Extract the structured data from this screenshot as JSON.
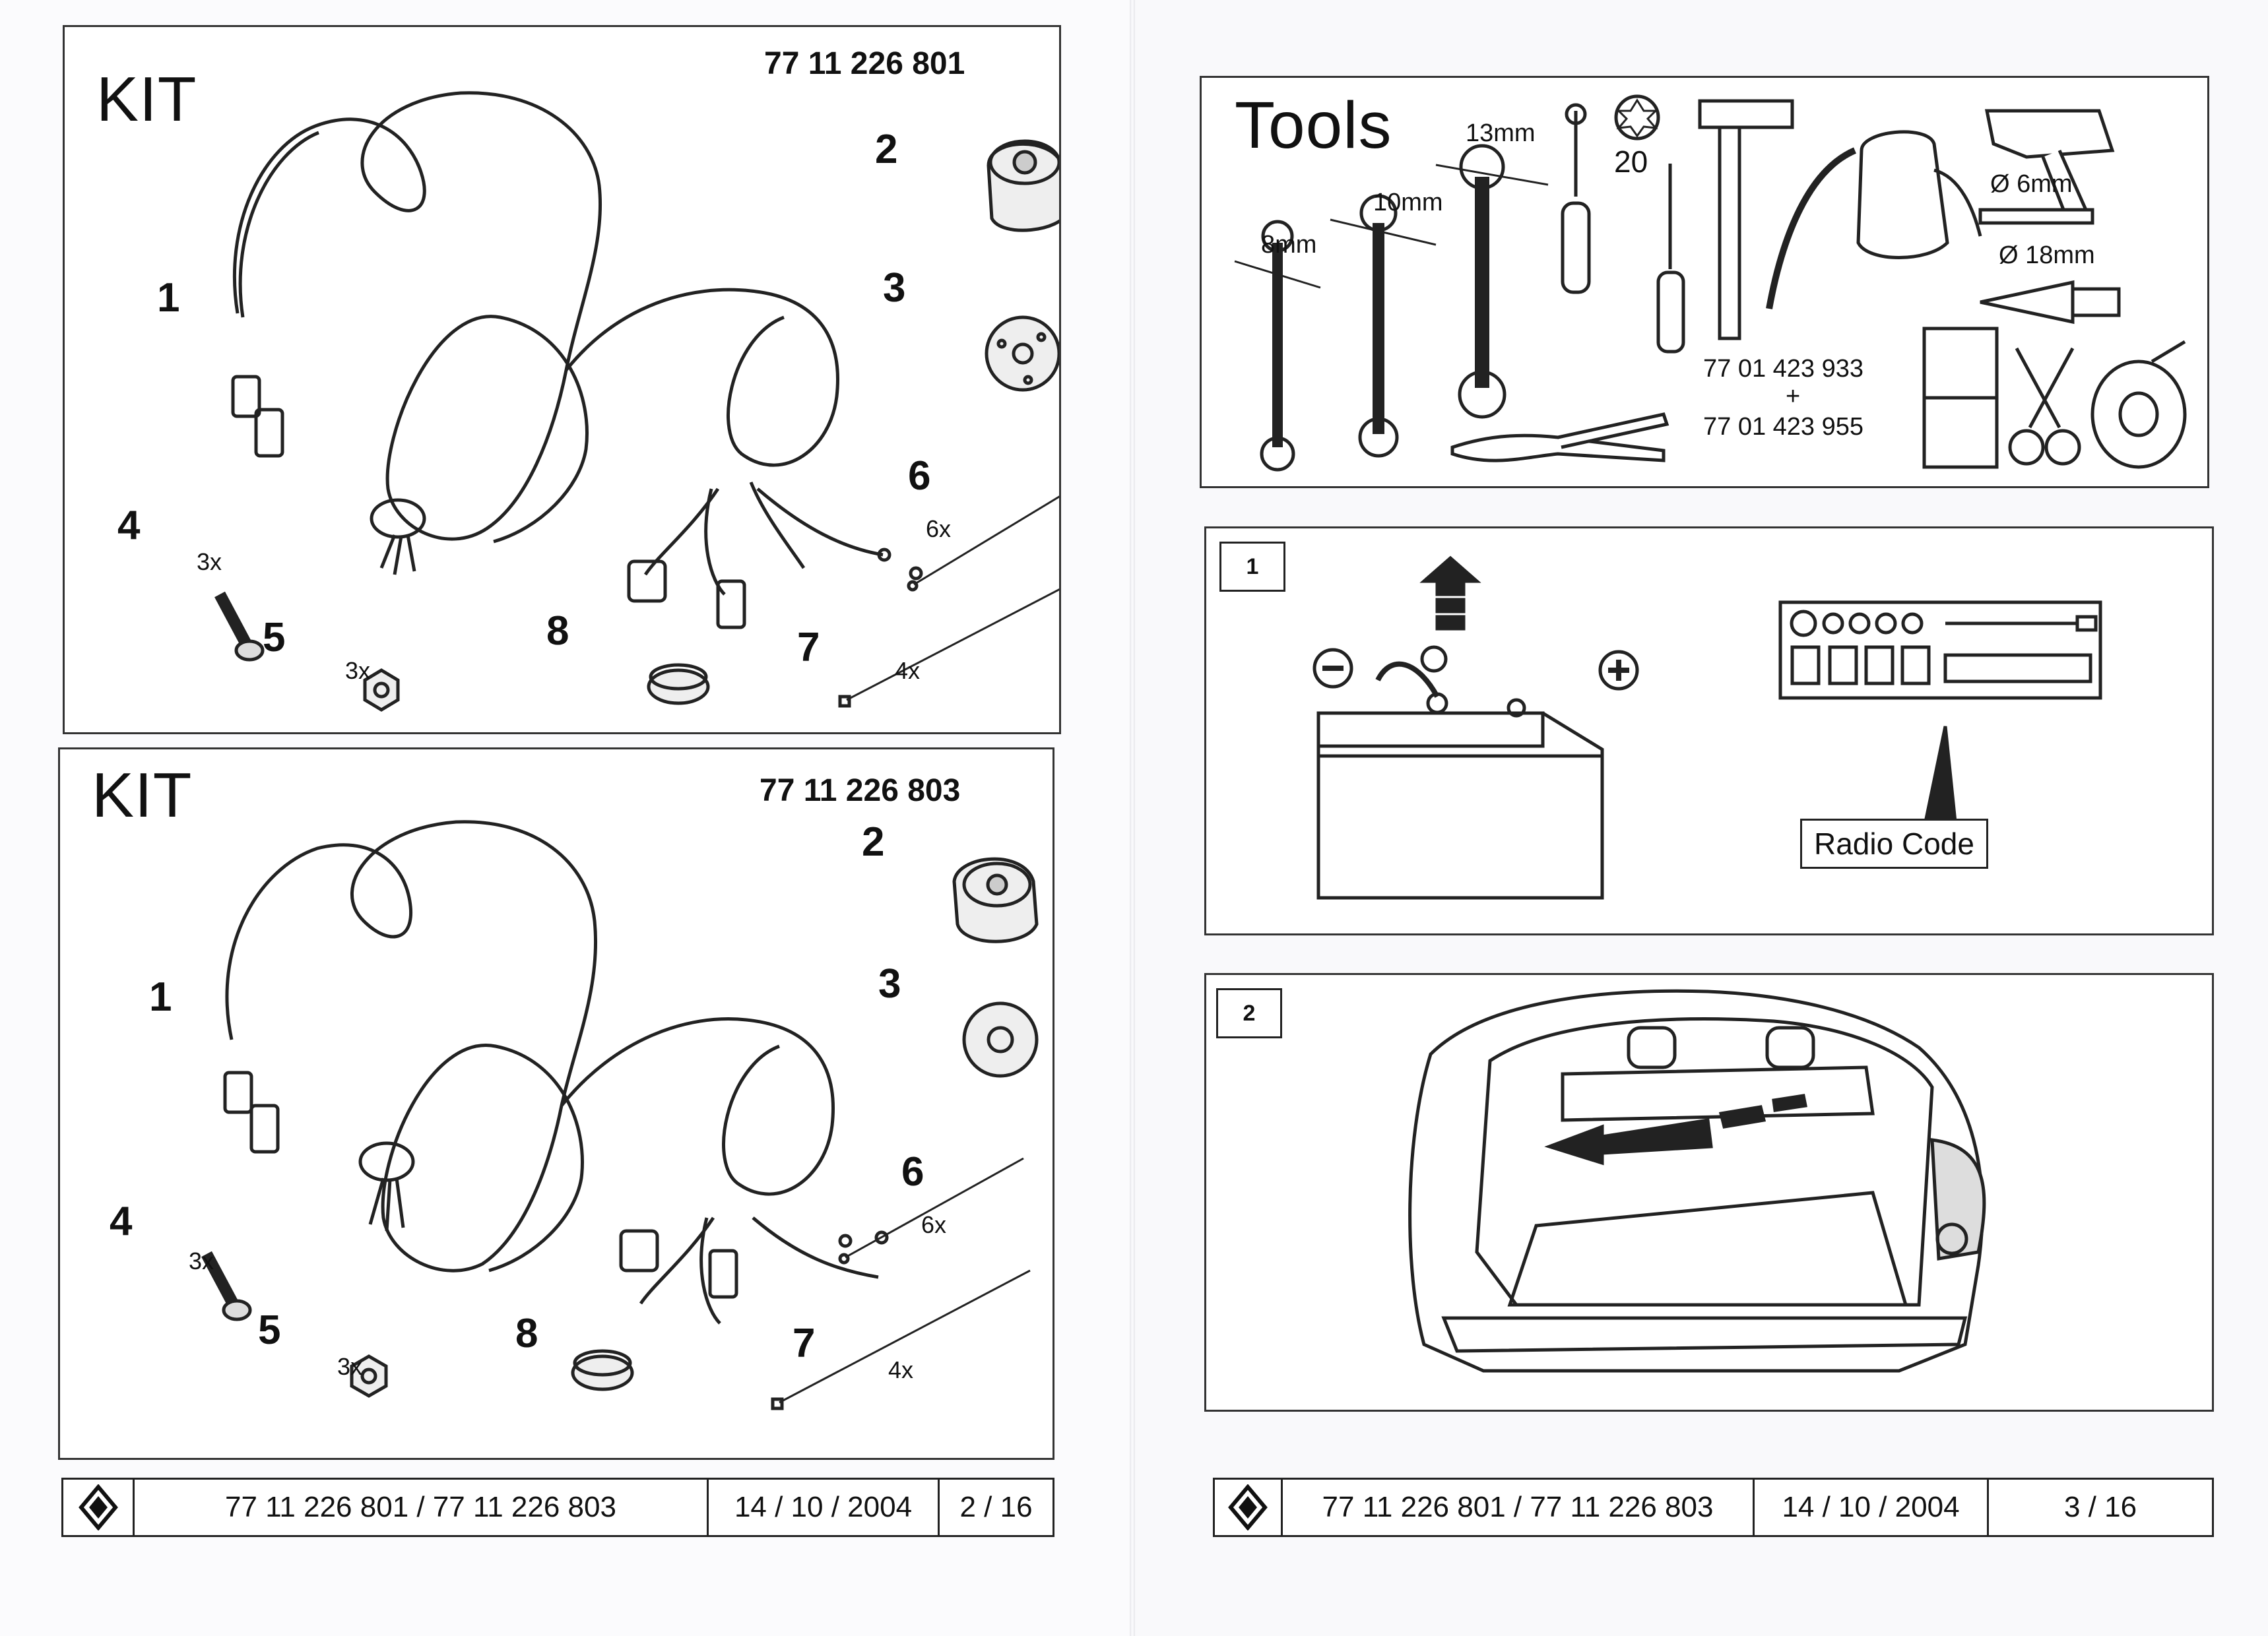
{
  "left_page": {
    "kit_a": {
      "title": "KIT",
      "part_number": "77 11 226 801",
      "items": [
        {
          "number": "1"
        },
        {
          "number": "2"
        },
        {
          "number": "3"
        },
        {
          "number": "4",
          "qty": "3x"
        },
        {
          "number": "5",
          "qty": "3x"
        },
        {
          "number": "6",
          "qty": "6x"
        },
        {
          "number": "7",
          "qty": "4x"
        },
        {
          "number": "8"
        }
      ]
    },
    "kit_b": {
      "title": "KIT",
      "part_number": "77 11 226 803",
      "items": [
        {
          "number": "1"
        },
        {
          "number": "2"
        },
        {
          "number": "3"
        },
        {
          "number": "4",
          "qty": "3x"
        },
        {
          "number": "5",
          "qty": "3x"
        },
        {
          "number": "6",
          "qty": "6x"
        },
        {
          "number": "7",
          "qty": "4x"
        },
        {
          "number": "8"
        }
      ]
    },
    "footer": {
      "logo": "renault-logo",
      "references": "77 11 226 801 / 77 11 226 803",
      "date": "14 / 10 / 2004",
      "page": "2 / 16"
    }
  },
  "right_page": {
    "tools": {
      "title": "Tools",
      "wrench_sizes": [
        "8mm",
        "10mm",
        "13mm"
      ],
      "torx_size": "20",
      "drill_bit_6": "Ø 6mm",
      "drill_bit_18": "Ø 18mm",
      "ref_line_1": "77 01 423 933",
      "ref_plus": "+",
      "ref_line_2": "77 01 423 955"
    },
    "step_1": {
      "number": "1",
      "minus_sign": "−",
      "plus_sign": "+",
      "radio_label": "Radio Code"
    },
    "step_2": {
      "number": "2"
    },
    "footer": {
      "logo": "renault-logo",
      "references": "77 11 226 801 / 77 11 226 803",
      "date": "14 / 10 / 2004",
      "page": "3 / 16"
    }
  }
}
